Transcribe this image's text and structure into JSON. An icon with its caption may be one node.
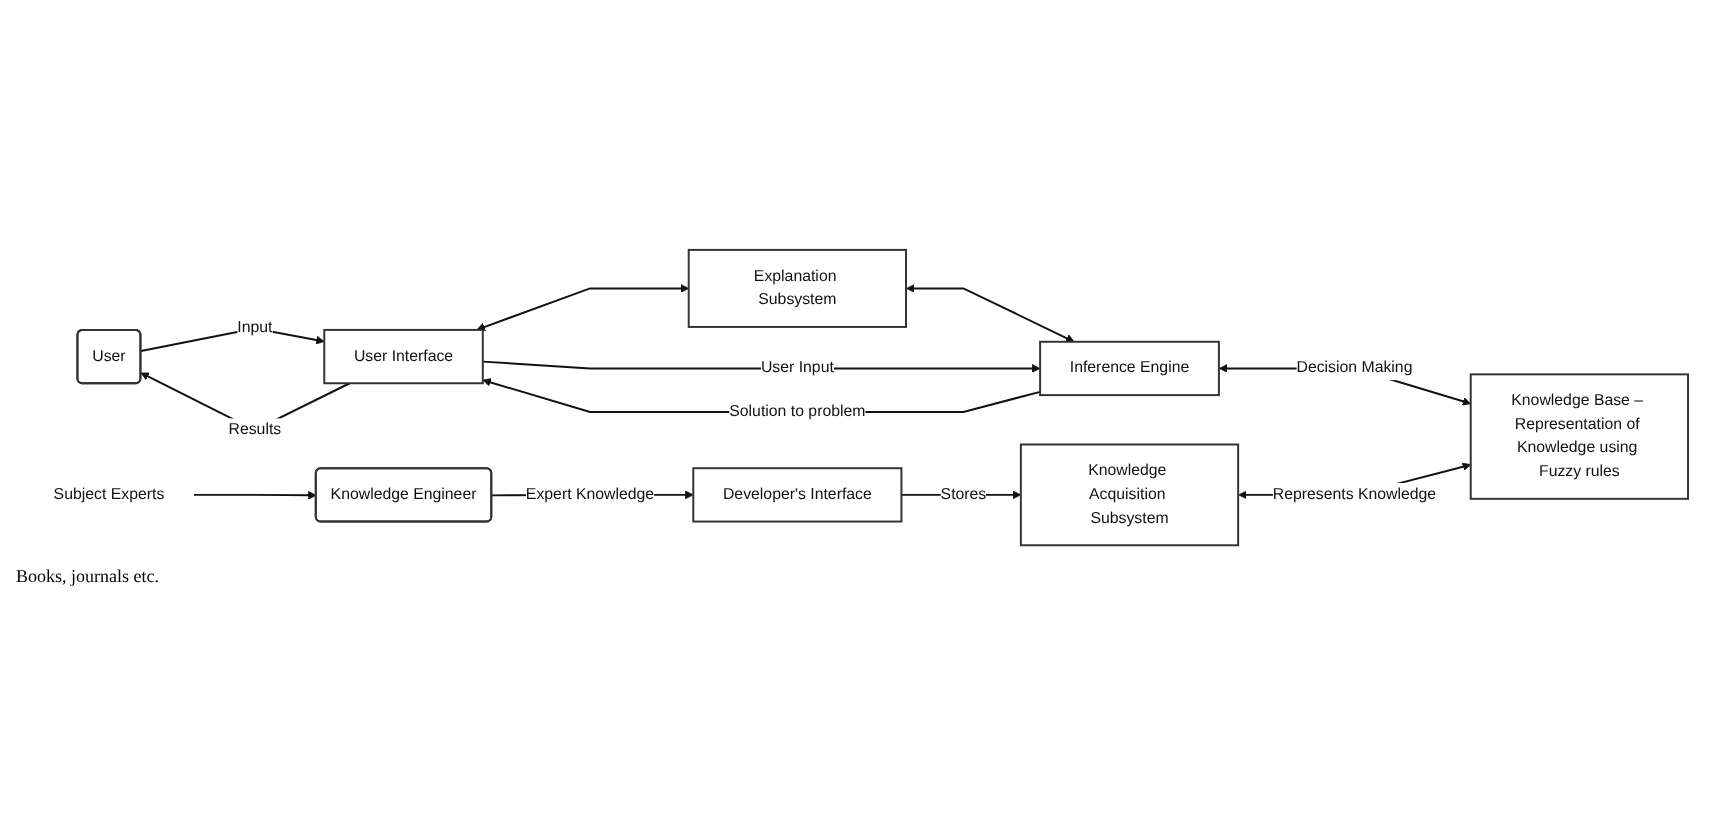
{
  "diagram": {
    "nodes": [
      {
        "text": [
          "User"
        ]
      },
      {
        "text": [
          "User Interface"
        ]
      },
      {
        "text": [
          "Explanation Subsystem"
        ]
      },
      {
        "text": [
          "Inference Engine"
        ]
      },
      {
        "text": [
          "Knowledge Base – Representation of Knowledge using Fuzzy rules"
        ]
      },
      {
        "text": [
          "Knowledge Engineer"
        ]
      },
      {
        "text": [
          "Developer's Interface"
        ]
      },
      {
        "text": [
          "Knowledge Acquisition Subsystem"
        ]
      },
      {
        "text": [
          "Subject Experts"
        ]
      }
    ],
    "edges": [
      {
        "from": 0,
        "to": 1,
        "arrow": "to",
        "label": "Input"
      },
      {
        "from": 1,
        "to": 0,
        "arrow": "to",
        "label": "Results"
      },
      {
        "from": 1,
        "to": 2,
        "arrow": "both"
      },
      {
        "from": 2,
        "to": 3,
        "arrow": "both"
      },
      {
        "from": 1,
        "to": 3,
        "arrow": "to",
        "label": "User Input"
      },
      {
        "from": 3,
        "to": 1,
        "arrow": "to",
        "label": "Solution to problem"
      },
      {
        "from": 3,
        "to": 4,
        "arrow": "both",
        "label": "Decision Making"
      },
      {
        "from": 5,
        "to": 6,
        "arrow": "to",
        "label": "Expert Knowledge"
      },
      {
        "from": 6,
        "to": 7,
        "arrow": "to",
        "label": "Stores"
      },
      {
        "from": 7,
        "to": 4,
        "arrow": "both",
        "label": "Represents Knowledge"
      },
      {
        "from": 8,
        "to": 5,
        "arrow": "to"
      }
    ],
    "labels": [
      "Books, journals etc."
    ]
  }
}
